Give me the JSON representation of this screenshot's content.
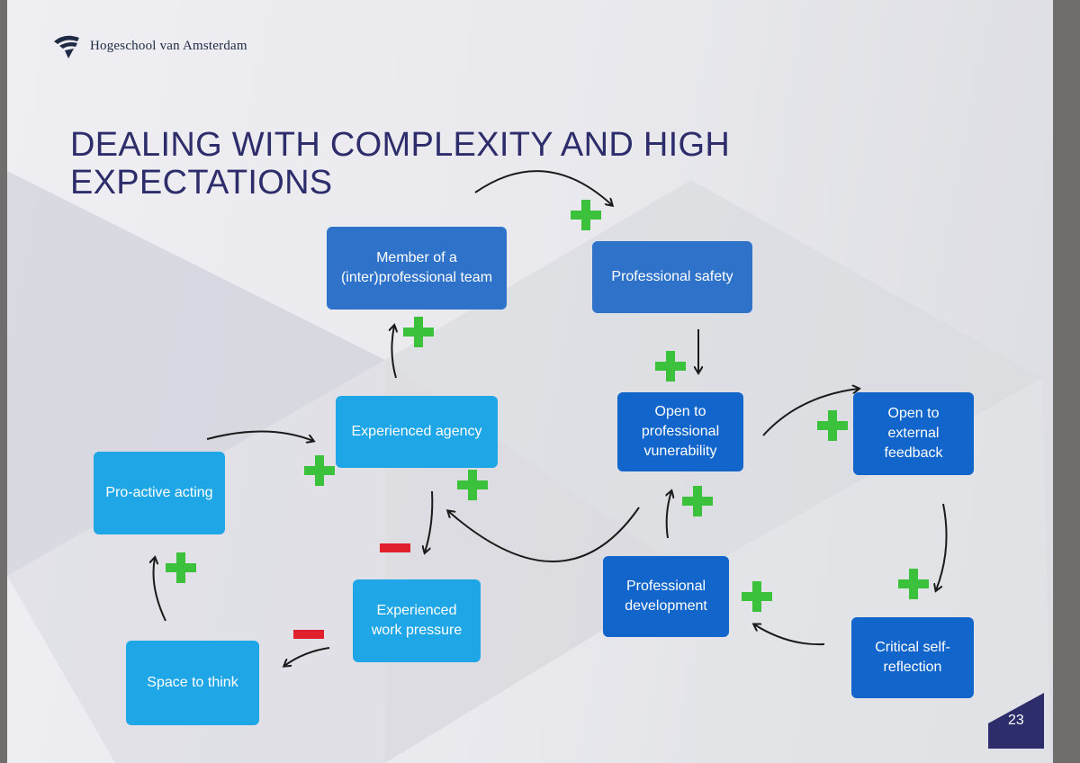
{
  "header": {
    "logo_text": "Hogeschool van Amsterdam"
  },
  "title": "DEALING WITH COMPLEXITY AND HIGH EXPECTATIONS",
  "nodes": {
    "member_team": "Member of a (inter)professional team",
    "professional_safety": "Professional safety",
    "experienced_agency": "Experienced agency",
    "open_vulnerability": "Open to professional vunerability",
    "open_feedback": "Open to external feedback",
    "proactive_acting": "Pro-active acting",
    "experienced_work_pressure": "Experienced work pressure",
    "space_to_think": "Space to think",
    "professional_development": "Professional development",
    "critical_self_reflection": "Critical self-reflection"
  },
  "page_number": "23",
  "colors": {
    "title": "#2e2d6b",
    "box_light": "#1fa6e6",
    "box_mid": "#2e73c9",
    "box_dark": "#1266cb",
    "plus": "#3cc13c",
    "minus": "#e0202c",
    "page_badge": "#2e2d6b"
  }
}
